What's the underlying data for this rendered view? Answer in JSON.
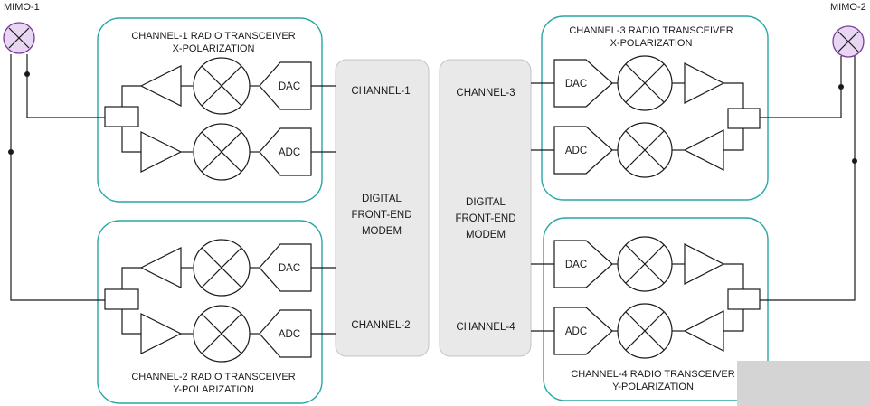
{
  "antennas": {
    "left": "MIMO-1",
    "right": "MIMO-2"
  },
  "transceivers": {
    "ch1": {
      "line1": "CHANNEL-1 RADIO TRANSCEIVER",
      "line2": "X-POLARIZATION",
      "dac": "DAC",
      "adc": "ADC"
    },
    "ch2": {
      "line1": "CHANNEL-2 RADIO TRANSCEIVER",
      "line2": "Y-POLARIZATION",
      "dac": "DAC",
      "adc": "ADC"
    },
    "ch3": {
      "line1": "CHANNEL-3 RADIO TRANSCEIVER",
      "line2": "X-POLARIZATION",
      "dac": "DAC",
      "adc": "ADC"
    },
    "ch4": {
      "line1": "CHANNEL-4 RADIO TRANSCEIVER",
      "line2": "Y-POLARIZATION",
      "dac": "DAC",
      "adc": "ADC"
    }
  },
  "dfe_left": {
    "top_channel": "CHANNEL-1",
    "bottom_channel": "CHANNEL-2",
    "line1": "DIGITAL",
    "line2": "FRONT-END",
    "line3": "MODEM"
  },
  "dfe_right": {
    "top_channel": "CHANNEL-3",
    "bottom_channel": "CHANNEL-4",
    "line1": "DIGITAL",
    "line2": "FRONT-END",
    "line3": "MODEM"
  },
  "colors": {
    "panel_border": "#2aa6a6",
    "dfe_fill": "#e9e9e9",
    "antenna_fill": "#e8d6f2",
    "antenna_stroke": "#7a3b9a",
    "line": "#1a1a1a"
  }
}
